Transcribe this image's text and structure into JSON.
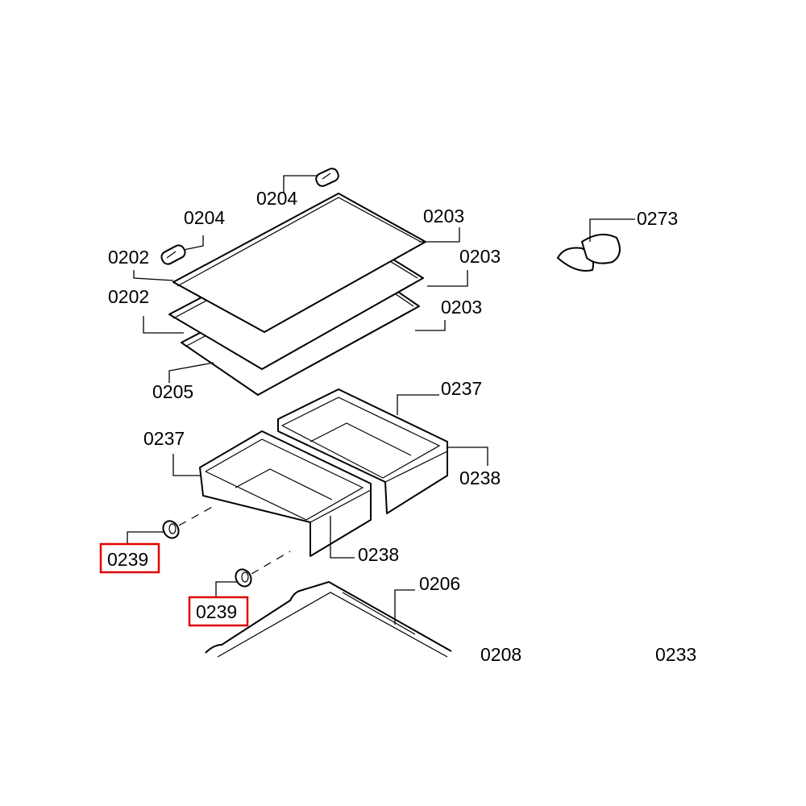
{
  "labels": {
    "support_top": "0204",
    "support_left": "0204",
    "shelf_top_right": "0203",
    "shelf_mid_right": "0203",
    "shelf_low_right": "0203",
    "trim_top_left": "0202",
    "trim_mid_left": "0202",
    "shelf_bottom": "0205",
    "clip": "0273",
    "drawer_right": "0237",
    "drawer_left": "0237",
    "drawer_front_right": "0238",
    "drawer_front_left": "0238",
    "roller_left": "0239",
    "roller_right": "0239",
    "cover": "0206",
    "cropped_1": "0208",
    "cropped_2": "0233"
  },
  "highlight_color": "#e00000"
}
